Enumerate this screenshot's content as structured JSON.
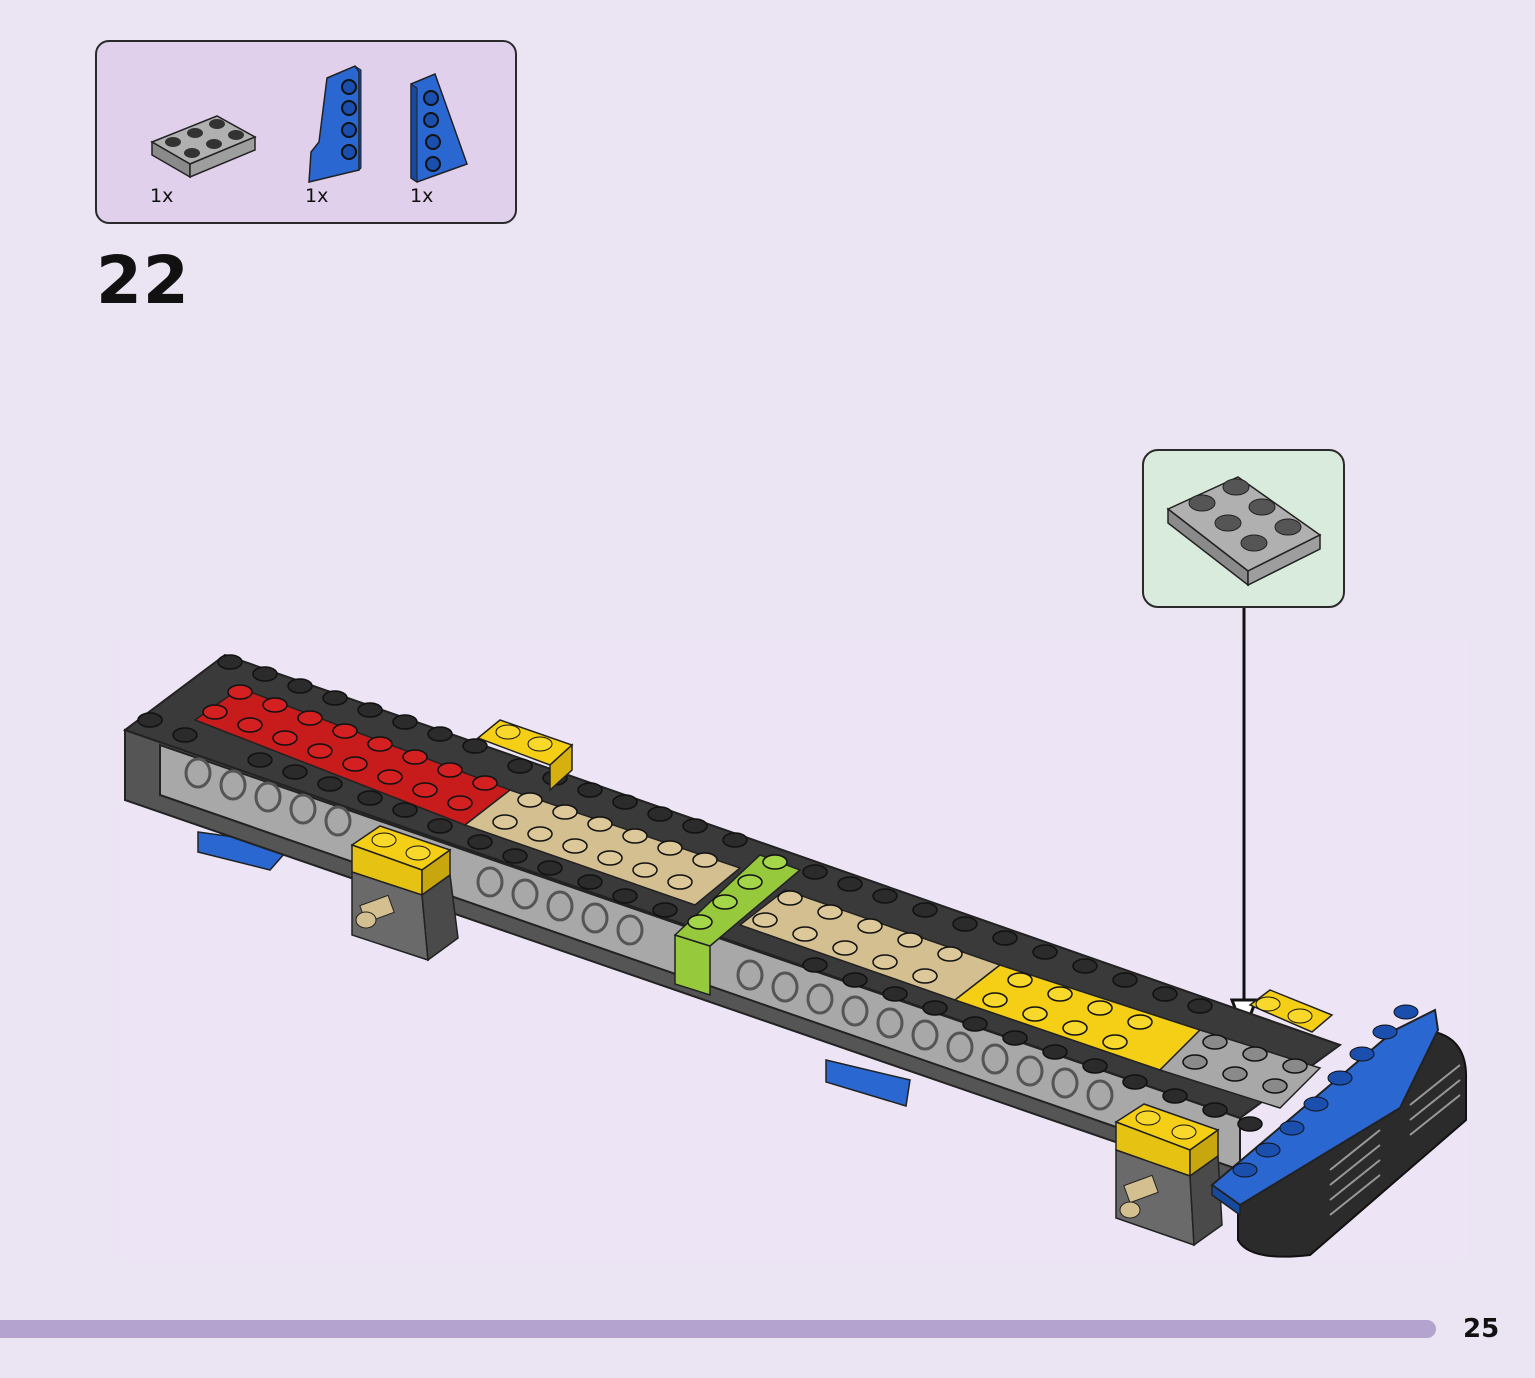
{
  "parts_list": {
    "items": [
      {
        "name": "grey-plate-2x3",
        "qty": "1x",
        "color": "#9a9a9a"
      },
      {
        "name": "blue-wing-left",
        "qty": "1x",
        "color": "#1e5bc6"
      },
      {
        "name": "blue-wing-right",
        "qty": "1x",
        "color": "#1e5bc6"
      }
    ]
  },
  "step": {
    "number": "22"
  },
  "callout": {
    "part": "grey-plate-2x3",
    "color": "#9a9a9a"
  },
  "footer": {
    "page_number": "25",
    "bar_color": "#b4a2cf"
  },
  "colors": {
    "background": "#ebe4f3",
    "black": "#2b2b2b",
    "grey": "#9a9a9a",
    "red": "#c81c1c",
    "tan": "#d3bf8f",
    "yellow": "#f5cf16",
    "lime": "#97c93c",
    "blue": "#1e5bc6"
  }
}
